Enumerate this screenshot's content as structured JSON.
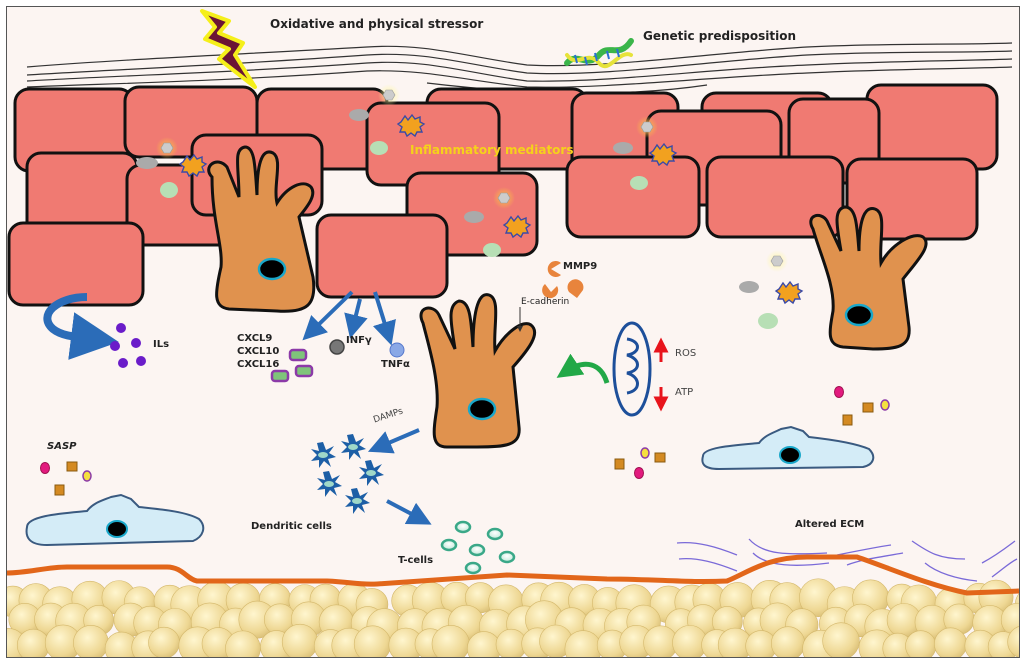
{
  "figure": {
    "title_stressor": "Oxidative and physical stressor",
    "title_genetic": "Genetic predisposition",
    "label_mediators": "Inflammatory mediators",
    "label_mmp9": "MMP9",
    "label_ecadherin": "E-cadherin",
    "label_ils": "ILs",
    "label_cxcl9": "CXCL9",
    "label_cxcl10": "CXCL10",
    "label_cxcl16": "CXCL16",
    "label_infg": "INFγ",
    "label_tnfa": "TNFα",
    "label_ros": "ROS",
    "label_atp": "ATP",
    "label_damps": "DAMPs",
    "label_sasp": "SASP",
    "label_dendritic": "Dendritic cells",
    "label_tcells": "T-cells",
    "label_ecm": "Altered ECM"
  },
  "colors": {
    "background": "#fcf5f2",
    "keratinocyte": "#f07a72",
    "melanocyte": "#e0924e",
    "arrow_blue": "#2b6cb8",
    "fat": "#efd898",
    "basement": "#e2661a",
    "mediator_text": "#f5d21a"
  }
}
